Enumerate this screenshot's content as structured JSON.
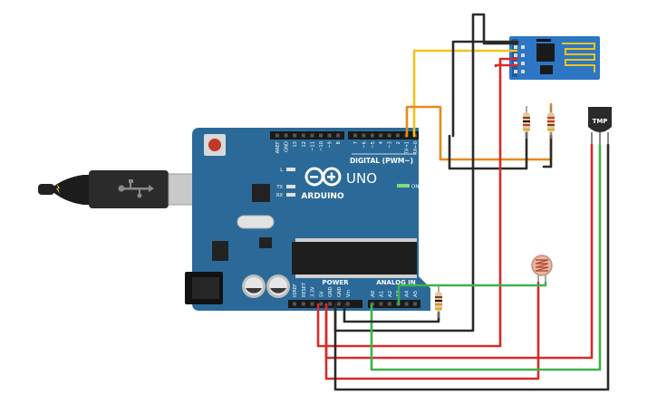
{
  "board": {
    "logo_text": "ARDUINO",
    "model": "UNO",
    "digital_label": "DIGITAL (PWM~)",
    "power_label": "POWER",
    "analog_label": "ANALOG IN",
    "on_label": "ON",
    "l_label": "L",
    "tx_label": "TX",
    "rx_label": "RX",
    "digital_pins": [
      "AREF",
      "GND",
      "13",
      "12",
      "~11",
      "~10",
      "~9",
      "8",
      "7",
      "~6",
      "~5",
      "4",
      "~3",
      "2",
      "TX→1",
      "RX←0"
    ],
    "power_pins": [
      "IOREF",
      "RESET",
      "3.3V",
      "5V",
      "GND",
      "GND",
      "Vin"
    ],
    "analog_pins": [
      "A0",
      "A1",
      "A2",
      "A3",
      "A4",
      "A5"
    ]
  },
  "sensor": {
    "label": "TMP"
  },
  "colors": {
    "board": "#2b6a98",
    "wire_red": "#d62b2b",
    "wire_black": "#2a2a2a",
    "wire_green": "#3bb44a",
    "wire_orange": "#e8891c",
    "wire_yellow": "#f0c419",
    "module_blue": "#2d76c4"
  }
}
